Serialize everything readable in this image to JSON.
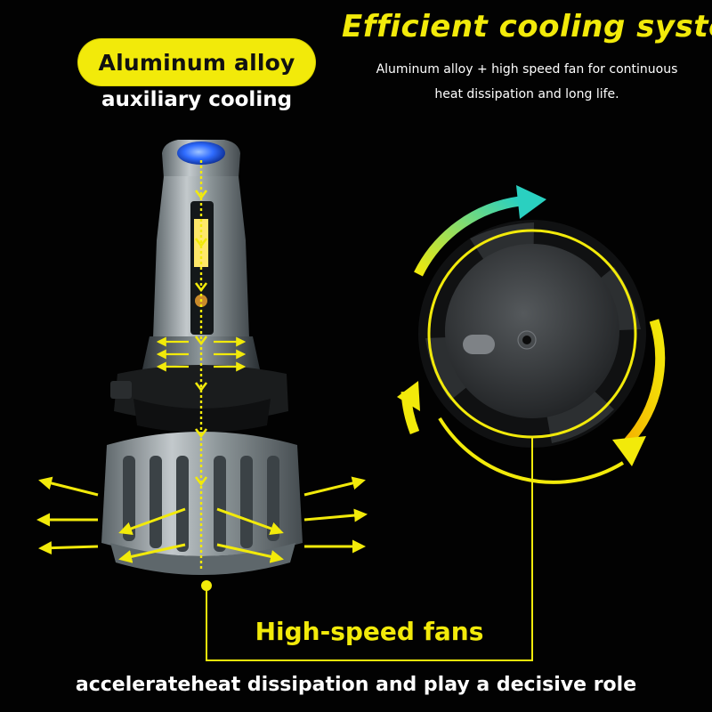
{
  "left_badge": {
    "title": "Aluminum alloy",
    "subtitle": "auxiliary cooling"
  },
  "headline": "Efficient cooling system",
  "description": {
    "line1": "Aluminum alloy + high speed fan for continuous",
    "line2": "heat dissipation and long life."
  },
  "callout": {
    "label": "High-speed fans"
  },
  "caption": "accelerateheat dissipation and play a decisive role",
  "colors": {
    "accent_yellow": "#f2ea0a",
    "arrow_teal": "#2ad0c0",
    "lens_blue": "#2f6cff",
    "background": "#000000"
  },
  "icons": [
    "led-bulb-icon",
    "cooling-fan-icon",
    "rotation-arrow-icon",
    "airflow-arrow-icon"
  ]
}
